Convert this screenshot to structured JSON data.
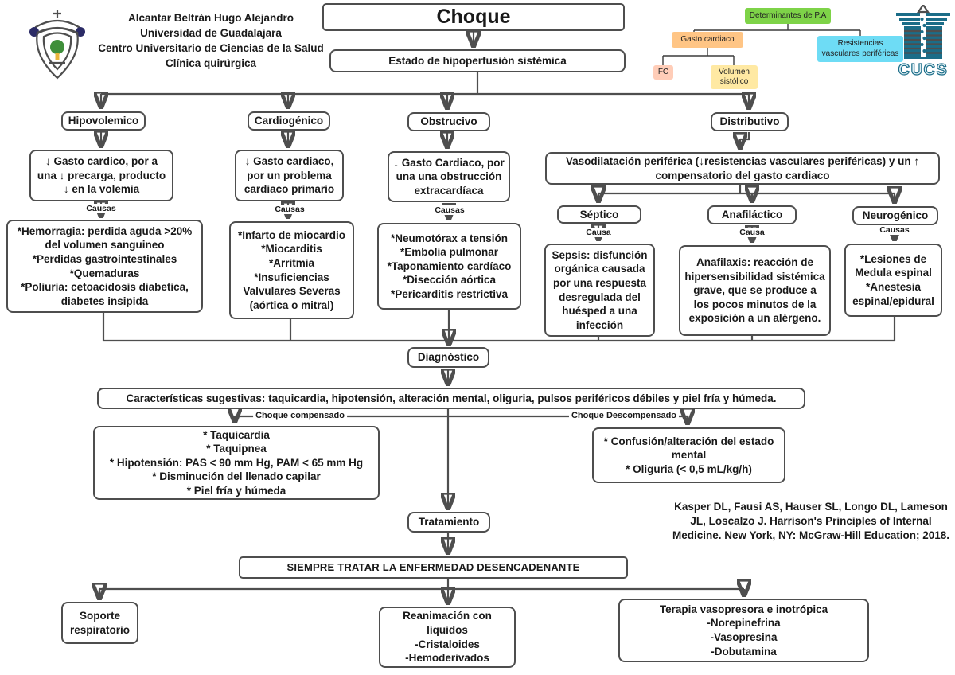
{
  "header": {
    "author_block": "Alcantar Beltrán Hugo Alejandro\nUniversidad de Guadalajara\nCentro Universitario de Ciencias de la Salud\nClínica quirúrgica",
    "title": "Choque",
    "cucs_label": "CUCS"
  },
  "pa_diagram": {
    "root": "Determinantes de P.A",
    "gasto_cardiaco": "Gasto cardiaco",
    "resistencias": "Resistencias\nvasculares periféricas",
    "fc": "FC",
    "volumen": "Volumen\nsistólico",
    "colors": {
      "root": "#7ed348",
      "gasto": "#ffc585",
      "resistencias": "#6edcf5",
      "fc": "#ffcdb8",
      "volumen": "#ffe9a3"
    }
  },
  "flow": {
    "estado": "Estado de hipoperfusión sistémica",
    "hipovolemico": {
      "label": "Hipovolemico",
      "desc": "↓ Gasto cardico, por a\nuna ↓ precarga,  producto\n↓ en la volemia",
      "causes_label": "Causas",
      "causes": "*Hemorragia: perdida aguda >20%\ndel volumen sanguineo\n*Perdidas gastrointestinales\n*Quemaduras\n*Poliuria: cetoacidosis diabetica,\ndiabetes insipida"
    },
    "cardiogenico": {
      "label": "Cardiogénico",
      "desc": "↓ Gasto cardiaco,\npor un problema\ncardiaco primario",
      "causes_label": "Causas",
      "causes": "*Infarto de miocardio\n*Miocarditis\n*Arritmia\n*Insuficiencias\nValvulares Severas\n(aórtica o mitral)"
    },
    "obstrucivo": {
      "label": "Obstrucivo",
      "desc": "↓ Gasto Cardiaco, por\nuna  una obstrucción\nextracardíaca",
      "causes_label": "Causas",
      "causes": "*Neumotórax a tensión\n*Embolia pulmonar\n*Taponamiento cardíaco\n*Disección aórtica\n*Pericarditis restrictiva"
    },
    "distributivo": {
      "label": "Distributivo",
      "desc": "Vasodilatación periférica (↓resistencias vasculares periféricas) y un ↑\ncompensatorio del gasto cardiaco",
      "septico": {
        "label": "Séptico",
        "causes_label": "Causa",
        "causes": "Sepsis: disfunción\norgánica causada\npor una respuesta\ndesregulada del\nhuésped a una\ninfección"
      },
      "anafilactico": {
        "label": "Anafiláctico",
        "causes_label": "Causa",
        "causes": "Anafilaxis: reacción de\nhipersensibilidad sistémica\ngrave, que se produce a\nlos pocos minutos de la\nexposición a un alérgeno."
      },
      "neurogenico": {
        "label": "Neurogénico",
        "causes_label": "Causas",
        "causes": "*Lesiones de\nMedula espinal\n*Anestesia\nespinal/epidural"
      }
    },
    "diagnostico": "Diagnóstico",
    "caracteristicas": "Características sugestivas: taquicardia, hipotensión, alteración mental, oliguria, pulsos periféricos débiles y piel fría y húmeda.",
    "compensado_label": "Choque compensado",
    "compensado": "* Taquicardia\n* Taquipnea\n* Hipotensión: PAS < 90 mm Hg, PAM < 65 mm Hg\n* Disminución del llenado capilar\n* Piel fría y húmeda",
    "descompensado_label": "Choque Descompensado",
    "descompensado": "* Confusión/alteración del estado\nmental\n* Oliguria (< 0,5 mL/kg/h)",
    "tratamiento": "Tratamiento",
    "siempre": "SIEMPRE TRATAR LA ENFERMEDAD DESENCADENANTE",
    "soporte": "Soporte\nrespiratorio",
    "reanimacion": "Reanimación con líquidos\n-Cristaloides\n-Hemoderivados",
    "terapia": "Terapia vasopresora e inotrópica\n-Norepinefrina\n-Vasopresina\n-Dobutamina"
  },
  "reference": "Kasper DL, Fausi AS, Hauser SL, Longo DL, Lameson\nJL, Loscalzo J. Harrison's Principles of Internal\nMedicine. New York, NY: McGraw-Hill Education; 2018."
}
